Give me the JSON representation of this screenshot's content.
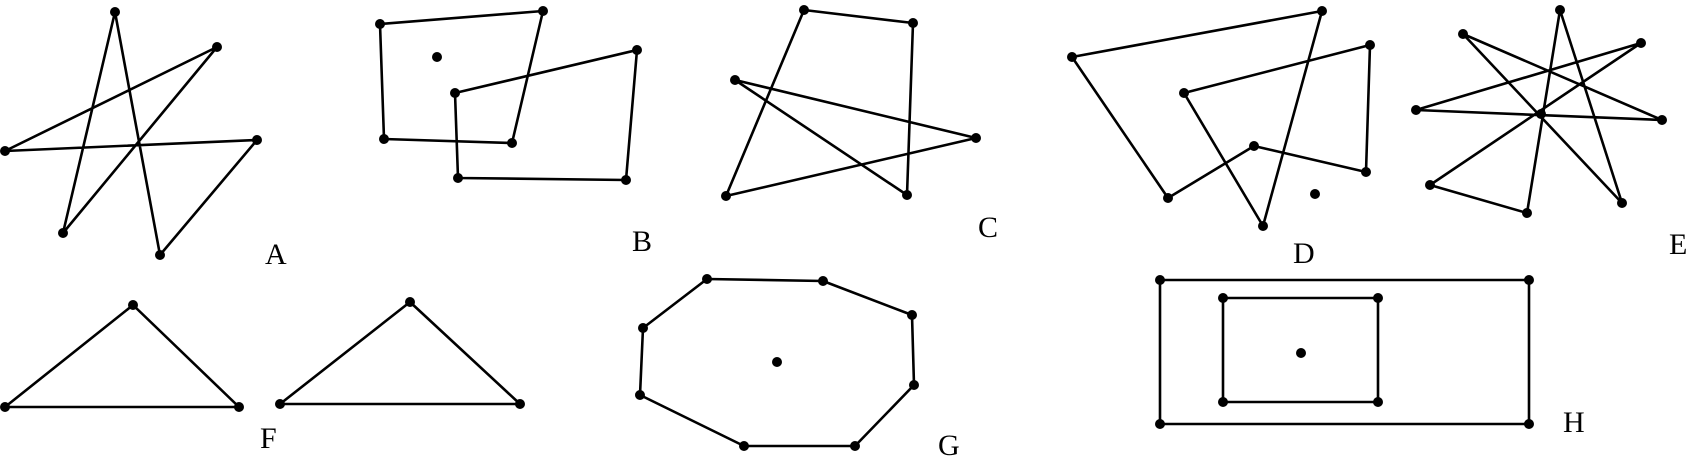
{
  "figures": [
    {
      "id": "A",
      "label": "A"
    },
    {
      "id": "B",
      "label": "B"
    },
    {
      "id": "C",
      "label": "C"
    },
    {
      "id": "D",
      "label": "D"
    },
    {
      "id": "E",
      "label": "E"
    },
    {
      "id": "F",
      "label": "F"
    },
    {
      "id": "G",
      "label": "G"
    },
    {
      "id": "H",
      "label": "H"
    }
  ],
  "colors": {
    "line": "#000000",
    "background": "#ffffff"
  }
}
